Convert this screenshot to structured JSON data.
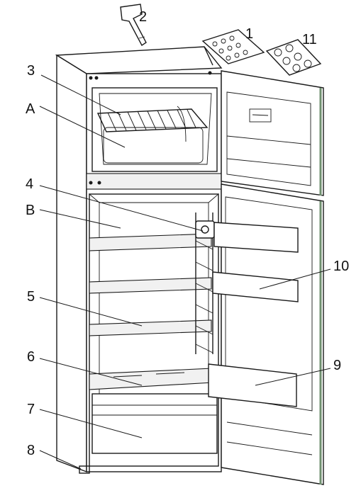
{
  "callouts": {
    "c1": "1",
    "c2": "2",
    "c3": "3",
    "cA": "A",
    "c4": "4",
    "cB": "B",
    "c5": "5",
    "c6": "6",
    "c7": "7",
    "c8": "8",
    "c9": "9",
    "c10": "10",
    "c11": "11"
  },
  "colors": {
    "line": "#1a1a1a",
    "background": "#ffffff",
    "door_edge_accent": "#6f8f6f"
  }
}
